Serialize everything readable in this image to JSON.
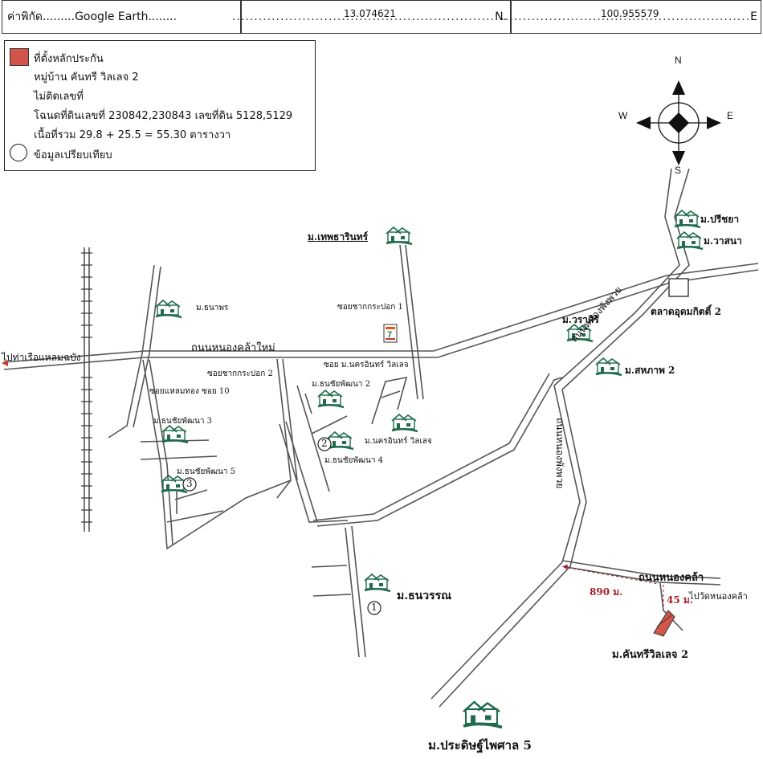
{
  "header": {
    "label_prefix": "ค่าพิกัด.........Google Earth........",
    "lat_value": "13.074621",
    "lat_suffix": "N.",
    "lon_value": "100.955579",
    "lon_suffix": "E"
  },
  "legend": {
    "marker_label": "ที่ตั้งหลักประกัน",
    "line1": "หมู่บ้าน คันทรี วิลเลจ 2",
    "line2": "ไม่ติดเลขที่",
    "line3": "โฉนดที่ดินเลขที่ 230842,230843 เลขที่ดิน 5128,5129",
    "line4": "เนื้อที่รวม 29.8 + 25.5 = 55.30 ตารางวา",
    "circle_label": "ข้อมูลเปรียบเทียบ",
    "marker_color": "#d2554a"
  },
  "compass": {
    "n": "N",
    "s": "S",
    "e": "E",
    "w": "W"
  },
  "roads": {
    "main": "ถนนหนองคล้าใหม่",
    "port": "ไปท่าเรือแหลมฉบัง",
    "nongpang1": "ถนนหนองพังพวย",
    "nongpang2": "ถนนหนองพังพวย",
    "nongkla": "ถนนหนองคล้า",
    "to_temple": "ไปวัดหนองคล้า",
    "soi1": "ซอยชากกระปอก 1",
    "soi2": "ซอยชากกระปอก 2",
    "soi_nakorn": "ซอย ม.นครอินทร์ วิลเลจ",
    "soi_laem": "ซอยแหลมทอง ซอย 10"
  },
  "places": {
    "thepthar": "ม.เทพธารินทร์",
    "thanaporn": "ม.ธนาพร",
    "preecha": "ม.ปรีชยา",
    "wasana": "ม.วาสนา",
    "market": "ตลาดอุดมกิตติ์ 2",
    "warasiri": "ม.วราสิริ",
    "sahaphap": "ม.สหภาพ 2",
    "thanachai2": "ม.ธนชัยพัฒนา 2",
    "thanachai3": "ม.ธนชัยพัฒนา 3",
    "thanachai4": "ม.ธนชัยพัฒนา 4",
    "thanachai5": "ม.ธนชัยพัฒนา 5",
    "nakorn": "ม.นครอินทร์ วิลเลจ",
    "thanawan": "ม.ธนวรรณ",
    "country": "ม.คันทรีวิลเลจ 2",
    "pradit": "ม.ประดิษฐ์ไพศาล 5"
  },
  "markers": {
    "c1": "1",
    "c2": "2",
    "c3": "3"
  },
  "distances": {
    "d1": "890 ม.",
    "d2": "45 ม."
  },
  "colors": {
    "house": "#1f6b4a",
    "route": "#a3202a",
    "plot": "#d2554a"
  }
}
